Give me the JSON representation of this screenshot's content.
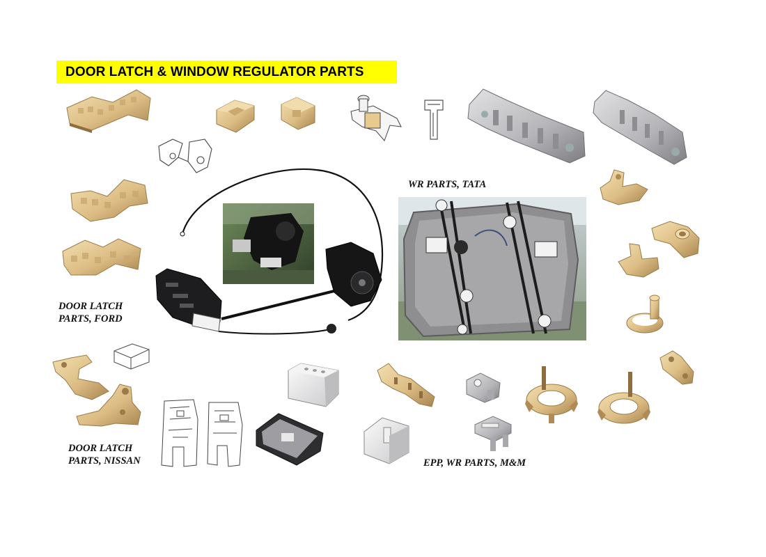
{
  "title": "DOOR LATCH & WINDOW REGULATOR PARTS",
  "captions": {
    "ford_line1": "DOOR LATCH",
    "ford_line2": "PARTS,  FORD",
    "nissan_line1": "DOOR LATCH",
    "nissan_line2": "PARTS,  NISSAN",
    "tata": "WR PARTS,  TATA",
    "mm": "EPP, WR PARTS,  M&M"
  },
  "colors": {
    "title_highlight": "#ffff00",
    "part_beige": "#e2c48c",
    "part_beige_dark": "#b8955a",
    "part_grey": "#b9b9bb",
    "line_art": "#444444"
  }
}
